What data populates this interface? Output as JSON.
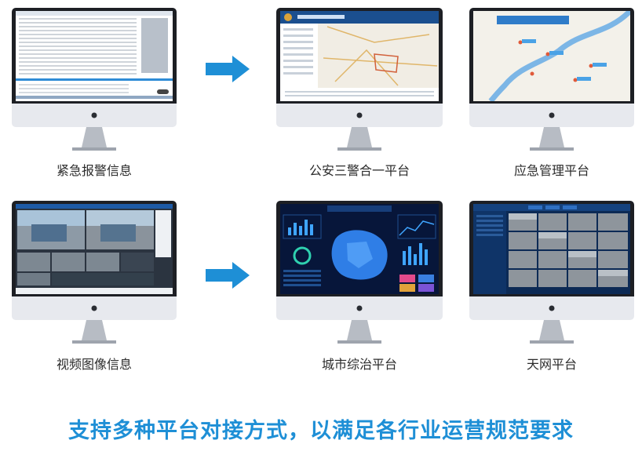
{
  "row1": {
    "captions": [
      "紧急报警信息",
      "公安三警合一平台",
      "应急管理平台"
    ]
  },
  "row2": {
    "captions": [
      "视频图像信息",
      "城市综治平台",
      "天网平台"
    ]
  },
  "screens": {
    "emergency_map_title": "应急管理综合监管平台",
    "police_platform_title": "公安三警合一平台"
  },
  "slogan": "支持多种平台对接方式，以满足各行业运营规范要求",
  "colors": {
    "arrow": "#1e8fd6",
    "slogan": "#1e8fd6",
    "bezel": "#1d1f24",
    "chin": "#e7e9ee"
  }
}
